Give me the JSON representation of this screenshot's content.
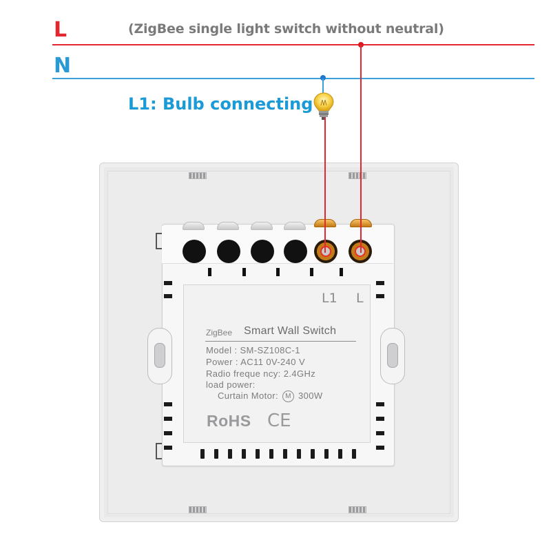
{
  "wires": {
    "live_label": "L",
    "neutral_label": "N",
    "caption": "(ZigBee single light switch without neutral)",
    "bulb_label": "L1: Bulb connecting",
    "live_color": "#e3262f",
    "neutral_color": "#2a9ad6"
  },
  "module": {
    "terminal_labels": {
      "l1": "L1",
      "l": "L"
    },
    "brand": "ZigBee",
    "product": "Smart Wall Switch",
    "specs": {
      "model": "Model : SM-SZ108C-1",
      "power": "Power : AC11 0V-240 V",
      "radio": "Radio freque ncy: 2.4GHz",
      "load": "load power:",
      "motor_prefix": "Curtain Motor:",
      "motor_symbol": "M",
      "motor_value": "300W"
    },
    "rohs": "RoHS",
    "ce": "CE"
  },
  "icons": {
    "bulb": "light-bulb-icon"
  }
}
